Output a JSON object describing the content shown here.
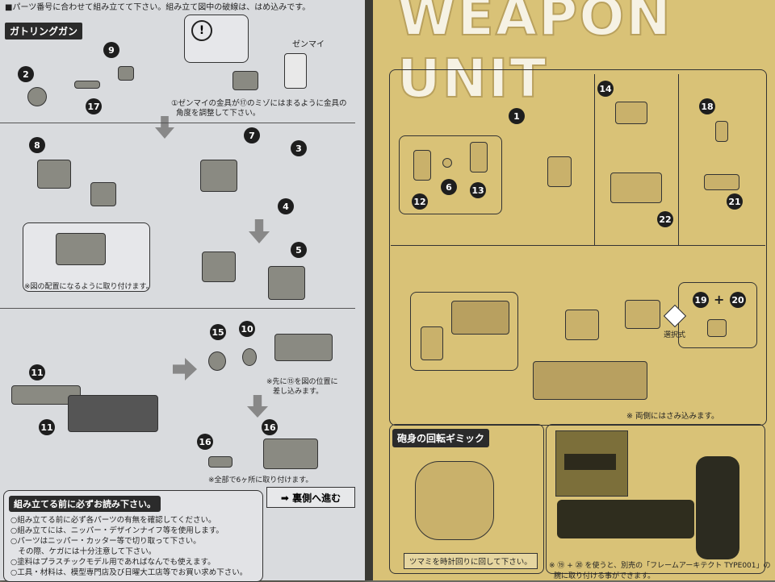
{
  "left_sheet": {
    "intro": "■パーツ番号に合わせて組み立てて下さい。組み立て図中の破線は、はめ込みです。",
    "section_title": "ガトリングガン",
    "spring_label": "ゼンマイ",
    "note_spring": "①ゼンマイの金具が⑰のミゾにはまるように金具の",
    "note_spring2": "角度を調整して下さい。",
    "note_placement": "※図の配置になるように取り付けます。",
    "note_insert": "※先に⑮を図の位置に",
    "note_insert2": "差し込みます。",
    "note_all": "※全部で6ヶ所に取り付けます。",
    "next_button": "➡ 裏側へ進む",
    "parts": [
      "2",
      "9",
      "17",
      "8",
      "7",
      "3",
      "4",
      "5",
      "11",
      "11",
      "15",
      "10",
      "16",
      "16"
    ],
    "notes": {
      "header": "組み立てる前に必ずお読み下さい。",
      "lines": [
        "○組み立てる前に必ず各パーツの有無を確認してください。",
        "○組み立てには、ニッパー・デザインナイフ等を使用します。",
        "○パーツはニッパー・カッター等で切り取って下さい。",
        "　その際、ケガには十分注意して下さい。",
        "○塗料はプラスチックモデル用であればなんでも使えます。",
        "○工具・材料は、模型専門店及び日曜大工店等でお買い求め下さい。"
      ]
    }
  },
  "right_sheet": {
    "title": "WEAPON UNIT",
    "parts": [
      "1",
      "12",
      "6",
      "13",
      "14",
      "22",
      "18",
      "21",
      "19",
      "20"
    ],
    "plus": "+",
    "selectable": "選択式",
    "note_clip": "※ 両側にはさみ込みます。",
    "gimmick_header": "砲身の回転ギミック",
    "gimmick_note": "ツマミを時計回りに回して下さい。",
    "bottom_note": "※ ⑲ + ⑳ を使うと、別売の「フレームアーキテクト TYPE001」の",
    "bottom_note2": "腕に取り付ける事ができます。"
  }
}
